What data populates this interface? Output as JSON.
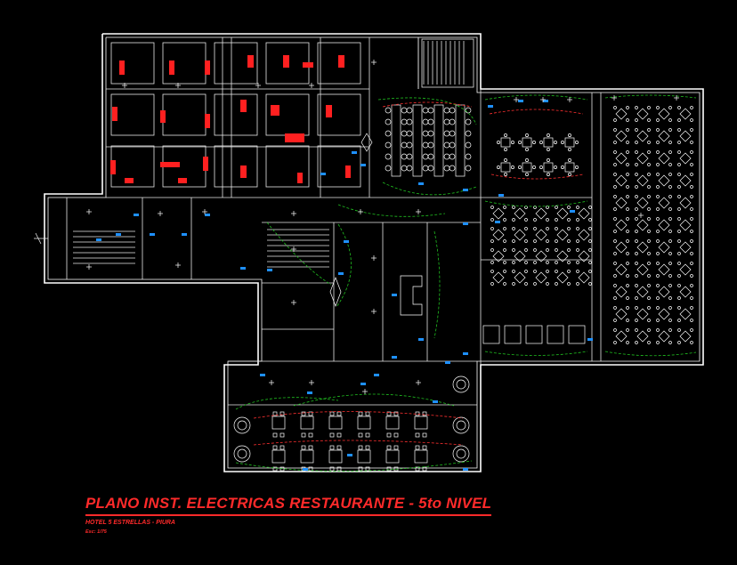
{
  "drawing": {
    "title": "PLANO INST. ELECTRICAS RESTAURANTE - 5to NIVEL",
    "subtitle": "HOTEL 5 ESTRELLAS - PIURA",
    "scale": "Esc: 1/75"
  },
  "colors": {
    "background": "#000000",
    "walls": "#ffffff",
    "furniture": "#ffffff",
    "appliances": "#ff2020",
    "circuit_green": "#20c020",
    "circuit_red": "#ff3030",
    "outlets": "#1e90ff",
    "title": "#ff2a2a"
  }
}
